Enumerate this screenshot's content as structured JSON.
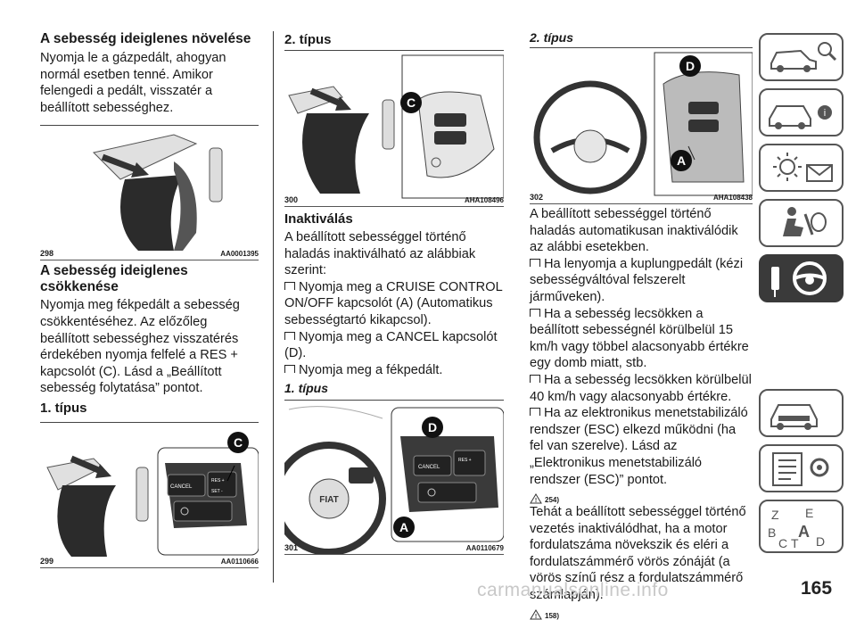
{
  "col1": {
    "heading1": "A sebesség ideiglenes növelése",
    "para1": "Nyomja le a gázpedált, ahogyan normál esetben tenné. Amikor felengedi a pedált, visszatér a beállított sebességhez.",
    "fig298": {
      "num": "298",
      "code": "AA0001395"
    },
    "heading2": "A sebesség ideiglenes csökkenése",
    "para2": "Nyomja meg fékpedált a sebesség csökkentéséhez. Az előzőleg beállított sebességhez visszatérés érdekében nyomja felfelé a RES + kapcsolót (C). Lásd a „Beállított sebesség folytatása” pontot.",
    "heading3": "1. típus",
    "fig299": {
      "num": "299",
      "code": "AA0110666",
      "label_c": "C",
      "btn_cancel": "CANCEL",
      "btn_res": "RES +",
      "btn_set": "SET -"
    }
  },
  "col2": {
    "heading1": "2. típus",
    "fig300": {
      "num": "300",
      "code": "AHA108496",
      "label_c": "C"
    },
    "heading2": "Inaktiválás",
    "para1": "A beállított sebességgel történő haladás inaktiválható az alábbiak szerint:",
    "bullets": [
      "Nyomja meg a CRUISE CONTROL ON/OFF kapcsolót (A) (Automatikus sebességtartó kikapcsol).",
      "Nyomja meg a CANCEL kapcsolót (D).",
      "Nyomja meg a fékpedált."
    ],
    "heading3": "1. típus",
    "fig301": {
      "num": "301",
      "code": "AA0110679",
      "label_d": "D",
      "label_a": "A",
      "btn_cancel": "CANCEL",
      "btn_res": "RES +"
    }
  },
  "col3": {
    "heading1": "2. típus",
    "fig302": {
      "num": "302",
      "code": "AHA108438",
      "label_d": "D",
      "label_a": "A"
    },
    "para1": "A beállított sebességgel történő haladás automatikusan inaktiválódik az alábbi esetekben.",
    "bullets": [
      "Ha lenyomja a kuplungpedált (kézi sebességváltóval felszerelt járműveken).",
      "Ha a sebesség lecsökken a beállított sebességnél körülbelül 15 km/h vagy többel alacsonyabb értékre egy domb miatt, stb.",
      "Ha a sebesség lecsökken körülbelül 40 km/h vagy alacsonyabb értékre.",
      "Ha az elektronikus menetstabilizáló rendszer (ESC) elkezd működni (ha fel van szerelve). Lásd az „Elektronikus menetstabilizáló rendszer (ESC)” pontot."
    ],
    "warn1": "254)",
    "para2": "Tehát a beállított sebességgel történő vezetés inaktiválódhat, ha a motor fordulatszáma növekszik és eléri a fordulatszámmérő vörös zónáját (a vörös színű rész a fordulatszámmérő számlapján).",
    "warn2": "158)"
  },
  "page_number": "165",
  "watermark": "carmanualsonline.info",
  "side_tabs": [
    {
      "icon": "car-info-icon"
    },
    {
      "icon": "car-settings-icon"
    },
    {
      "icon": "warning-lights-icon"
    },
    {
      "icon": "airbag-seat-icon"
    },
    {
      "icon": "steering-key-icon",
      "active": true
    },
    {
      "icon": "car-breakdown-icon"
    },
    {
      "icon": "maintenance-list-icon"
    },
    {
      "icon": "alphabet-index-icon",
      "letters": [
        "Z",
        "E",
        "B",
        "A",
        "C",
        "T",
        "D"
      ]
    }
  ]
}
